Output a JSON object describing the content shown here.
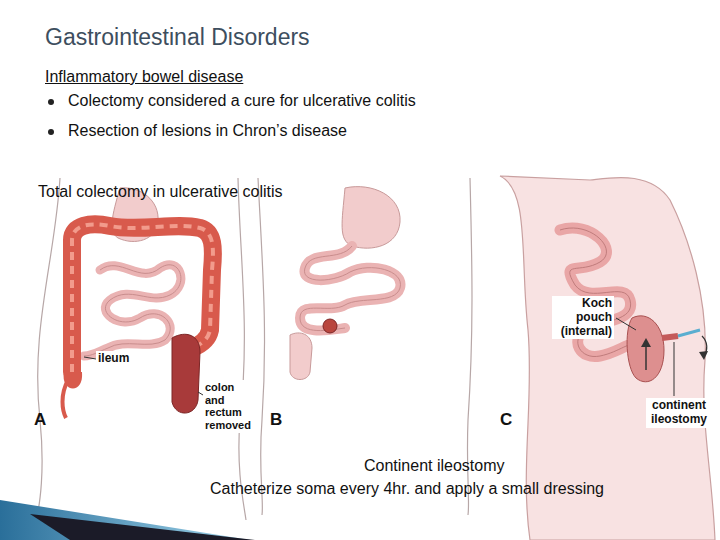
{
  "diagram": {
    "title": "Gastrointestinal Disorders",
    "labels": [
      "Inflammatory bowel disease",
      "Colectomy considered a cure for ulcerative colitis",
      "Resection of lesions in Chron’s disease",
      "Total colectomy in ulcerative colitis",
      "ileum",
      "colon and rectum removed",
      "A",
      "B",
      "Koch pouch (internal)",
      "continent ileostomy",
      "C",
      "Continent ileostomy",
      "Catheterize soma every 4hr. and apply a small dressing"
    ]
  }
}
